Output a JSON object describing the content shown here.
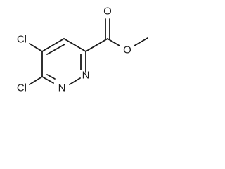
{
  "molecule": {
    "atoms": {
      "cl_upper": "Cl",
      "cl_lower": "Cl",
      "n_left": "N",
      "n_right": "N",
      "o_carbonyl": "O",
      "o_ester": "O"
    }
  }
}
